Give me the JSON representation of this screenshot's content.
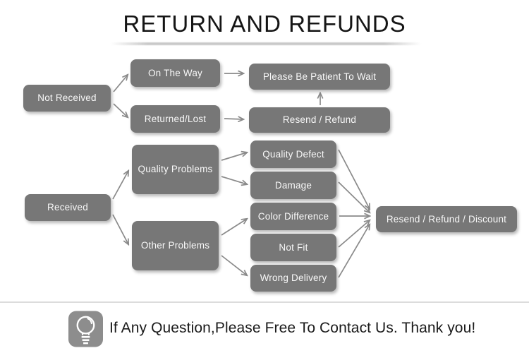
{
  "title": "RETURN AND REFUNDS",
  "flowchart": {
    "nodes": {
      "not_received": "Not Received",
      "on_the_way": "On The Way",
      "returned_lost": "Returned/Lost",
      "please_wait": "Please Be Patient To Wait",
      "resend_refund": "Resend / Refund",
      "received": "Received",
      "quality_problems": "Quality Problems",
      "other_problems": "Other Problems",
      "quality_defect": "Quality Defect",
      "damage": "Damage",
      "color_difference": "Color Difference",
      "not_fit": "Not Fit",
      "wrong_delivery": "Wrong Delivery",
      "resend_refund_discount": "Resend / Refund / Discount"
    },
    "edges": [
      {
        "from": "not_received",
        "to": "on_the_way"
      },
      {
        "from": "not_received",
        "to": "returned_lost"
      },
      {
        "from": "on_the_way",
        "to": "please_wait"
      },
      {
        "from": "returned_lost",
        "to": "resend_refund"
      },
      {
        "from": "resend_refund",
        "to": "please_wait"
      },
      {
        "from": "received",
        "to": "quality_problems"
      },
      {
        "from": "received",
        "to": "other_problems"
      },
      {
        "from": "quality_problems",
        "to": "quality_defect"
      },
      {
        "from": "quality_problems",
        "to": "damage"
      },
      {
        "from": "other_problems",
        "to": "color_difference"
      },
      {
        "from": "other_problems",
        "to": "wrong_delivery"
      },
      {
        "from": "quality_defect",
        "to": "resend_refund_discount"
      },
      {
        "from": "damage",
        "to": "resend_refund_discount"
      },
      {
        "from": "color_difference",
        "to": "resend_refund_discount"
      },
      {
        "from": "not_fit",
        "to": "resend_refund_discount"
      },
      {
        "from": "wrong_delivery",
        "to": "resend_refund_discount"
      }
    ]
  },
  "footer": {
    "icon": "lightbulb-icon",
    "message": "If Any Question,Please Free To Contact Us. Thank you!"
  },
  "colors": {
    "node_fill": "#777777",
    "node_text": "#f8f8f8",
    "arrow": "#8a8a8a",
    "title_text": "#151515",
    "title_divider": "#c9c9c9",
    "footer_divider": "#dcdcdc",
    "icon_fill": "#8d8d8d"
  }
}
